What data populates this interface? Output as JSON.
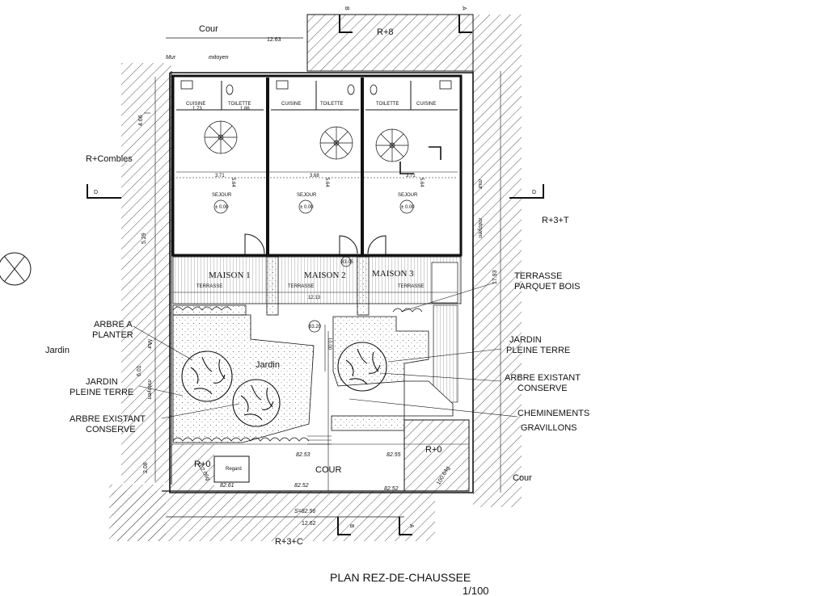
{
  "title": "PLAN  REZ-DE-CHAUSSEE",
  "scale": "1/100",
  "surroundings": {
    "cour_top": "Cour",
    "r8": "R+8",
    "r_combles": "R+Combles",
    "r3t": "R+3+T",
    "jardin_left": "Jardin",
    "cour_right": "Cour",
    "r3c": "R+3+C",
    "r0_left": "R+0",
    "r0_right": "R+0"
  },
  "section_marks": {
    "a": "A",
    "b": "B",
    "d": "D"
  },
  "walls": {
    "mur": "Mur",
    "mitoyen": "mitoyen",
    "mur_left": "Mur",
    "mitoyen_left": "mitoyen",
    "mur_right": "mur",
    "mitoyen_right": "mitoyen"
  },
  "dimensions": {
    "top_width": "12.63",
    "bottom_width": "12.62",
    "inner_width": "12.13",
    "left_4_66": "4.66",
    "left_5_29": "5.29",
    "left_6_01": "6.01",
    "left_2_08": "2.08",
    "right_17_93": "17.93",
    "garden_10": "10.00",
    "angle_left": "102.06g",
    "angle_right": "100.64g"
  },
  "rooms": {
    "cuisine": "CUISINE",
    "toilette": "TOILETTE",
    "sejour": "SEJOUR",
    "terrasse_small": "TERRASSE",
    "maisons": [
      "MAISON 1",
      "MAISON 2",
      "MAISON 3"
    ],
    "widths": [
      "3.71",
      "3.68",
      "3.71"
    ],
    "depth": "5.64",
    "level": "± 0.00",
    "m1_cuisine_w": "1.73",
    "m1_toilette_w": "1.86"
  },
  "levels": {
    "top_marker": "83.20",
    "terr_marker": "83.05",
    "c1": "82.53",
    "c2": "82.55",
    "c3": "82.61",
    "c4": "82.52",
    "c5": "82.52",
    "seuil": "S=82.56"
  },
  "zones": {
    "jardin_center": "Jardin",
    "cour_center": "COUR",
    "regard": "Regard"
  },
  "annotations": {
    "arbre_planter_1": "ARBRE  A",
    "arbre_planter_2": "PLANTER",
    "jardin_pt_left_1": "JARDIN",
    "jardin_pt_left_2": "PLEINE TERRE",
    "arbre_exist_left_1": "ARBRE  EXISTANT",
    "arbre_exist_left_2": "CONSERVE",
    "terrasse_1": "TERRASSE",
    "terrasse_2": "PARQUET BOIS",
    "jardin_pt_right_1": "JARDIN",
    "jardin_pt_right_2": "PLEINE TERRE",
    "arbre_exist_right_1": "ARBRE  EXISTANT",
    "arbre_exist_right_2": "CONSERVE",
    "chemin_1": "CHEMINEMENTS",
    "chemin_2": "GRAVILLONS"
  },
  "colors": {
    "line": "#111111",
    "hatch": "#444444",
    "paper": "#ffffff"
  },
  "icons": [
    "north-arrow-icon",
    "tree-icon",
    "spiral-stair-icon",
    "door-swing-icon"
  ]
}
